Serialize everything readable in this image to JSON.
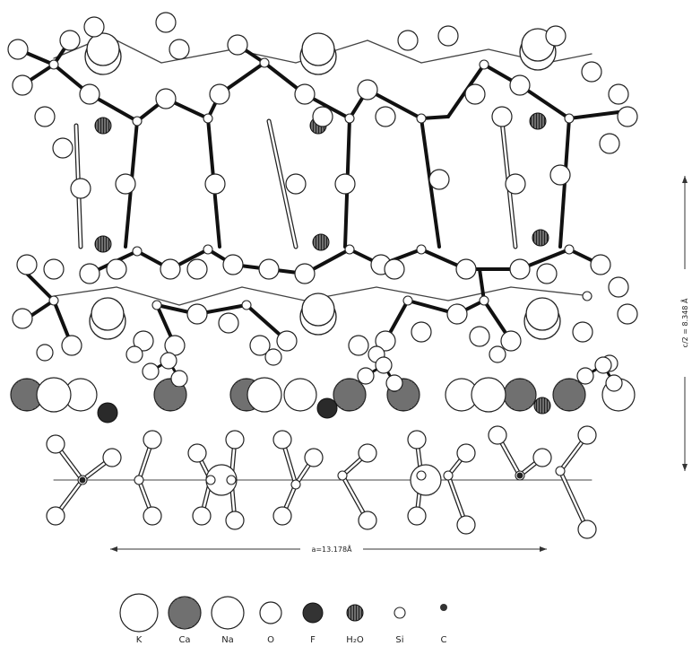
{
  "dimensions": {
    "a_label": "a=13.178Å",
    "c_label": "c/2 = 8.348 Å"
  },
  "legend": {
    "items": [
      {
        "label": "K"
      },
      {
        "label": "Ca"
      },
      {
        "label": "Na"
      },
      {
        "label": "O"
      },
      {
        "label": "F"
      },
      {
        "label": "H₂O"
      },
      {
        "label": "Si"
      },
      {
        "label": "C"
      }
    ]
  }
}
